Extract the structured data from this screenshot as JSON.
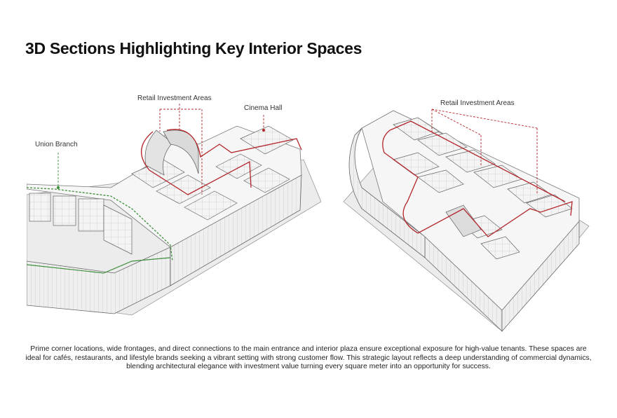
{
  "title": "3D Sections Highlighting Key Interior Spaces",
  "left_diagram": {
    "labels": {
      "retail": "Retail Investment Areas",
      "cinema": "Cinema Hall",
      "union": "Union Branch"
    }
  },
  "right_diagram": {
    "labels": {
      "retail": "Retail Investment Areas"
    }
  },
  "description": "Prime corner locations, wide frontages, and direct connections to the main entrance and interior plaza ensure exceptional exposure for high-value tenants. These spaces are ideal for cafés, restaurants, and lifestyle brands seeking a vibrant setting with strong customer flow. This strategic layout reflects a deep understanding of commercial dynamics, blending architectural elegance with investment value turning every square meter into an opportunity for success.",
  "colors": {
    "retail_outline": "#b3262b",
    "union_outline": "#3f8f3a",
    "building_line": "#555555"
  }
}
